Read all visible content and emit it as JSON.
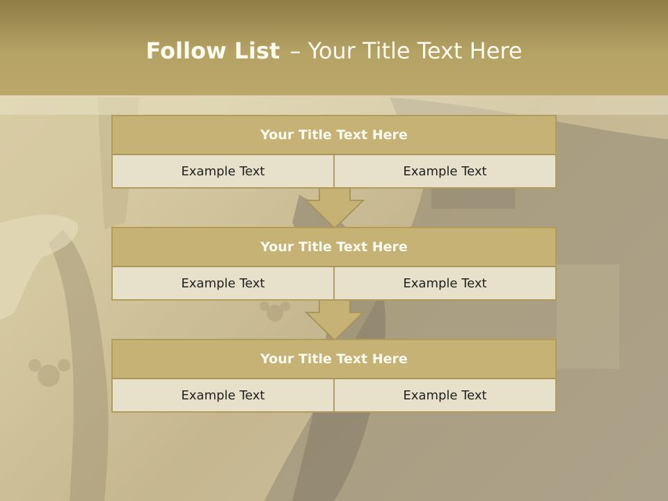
{
  "slide": {
    "title_bold": "Follow List",
    "title_rest": "– Your Title Text Here"
  },
  "blocks": [
    {
      "title": "Your Title Text Here",
      "left": "Example Text",
      "right": "Example Text"
    },
    {
      "title": "Your Title Text Here",
      "left": "Example Text",
      "right": "Example Text"
    },
    {
      "title": "Your Title Text Here",
      "left": "Example Text",
      "right": "Example Text"
    }
  ],
  "colors": {
    "header": "#b5a265",
    "block_title_fill": "#c6b275",
    "cell_fill": "#e7e1cc",
    "border": "#b09d5c",
    "arrow": "#c6b275"
  },
  "icons": [
    "down-arrow-icon",
    "down-arrow-icon"
  ]
}
